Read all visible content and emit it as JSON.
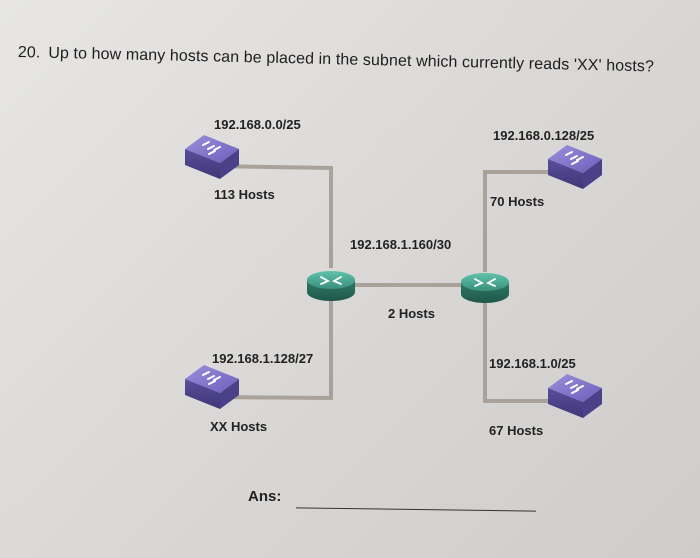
{
  "question": {
    "number": "20.",
    "text": "Up to how many hosts can be placed in the subnet which currently reads 'XX' hosts?"
  },
  "diagram": {
    "subnets": {
      "top_left": {
        "network": "192.168.0.0/25",
        "hosts": "113 Hosts"
      },
      "top_right": {
        "network": "192.168.0.128/25",
        "hosts": "70 Hosts"
      },
      "bottom_left": {
        "network": "192.168.1.128/27",
        "hosts": "XX Hosts"
      },
      "bottom_right": {
        "network": "192.168.1.0/25",
        "hosts": "67 Hosts"
      },
      "link": {
        "network": "192.168.1.160/30",
        "hosts": "2 Hosts"
      }
    },
    "colors": {
      "switch": "#7b6cc4",
      "router": "#3f9a86",
      "cable": "#a8a29a"
    }
  },
  "answer": {
    "label": "Ans:"
  }
}
